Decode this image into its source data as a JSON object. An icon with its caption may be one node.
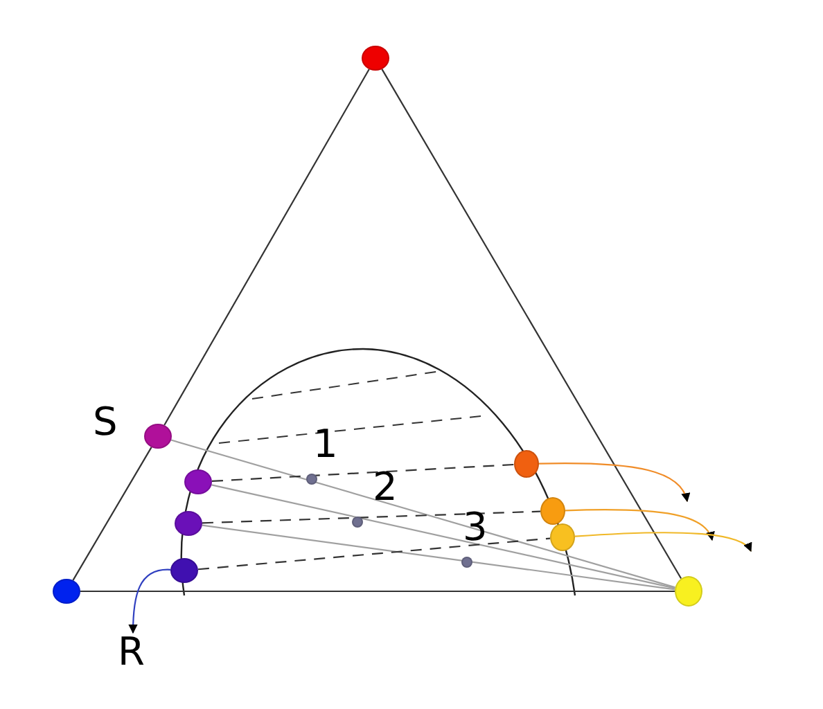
{
  "diagram": {
    "nodes": [
      {
        "text": [],
        "shape": "circle"
      },
      {
        "text": [
          "S"
        ]
      },
      {
        "text": [],
        "shape": "circle"
      },
      {
        "text": [],
        "shape": "circle"
      },
      {
        "text": [],
        "shape": "circle",
        "beside": [
          "1"
        ]
      },
      {
        "text": [],
        "shape": "circle"
      },
      {
        "text": [],
        "shape": "circle",
        "beside": [
          "2"
        ]
      },
      {
        "text": [],
        "shape": "circle"
      },
      {
        "text": [],
        "shape": "circle",
        "beside": [
          "3"
        ]
      },
      {
        "text": [],
        "shape": "circle"
      },
      {
        "text": [],
        "shape": "circle"
      },
      {
        "text": [],
        "shape": "circle"
      },
      {
        "text": [],
        "shape": "circle"
      },
      {
        "text": [
          "R"
        ]
      }
    ],
    "edges": [
      {
        "from": 0,
        "to": 1,
        "arrow": "none"
      },
      {
        "from": 1,
        "to": 11,
        "arrow": "none"
      },
      {
        "from": 11,
        "to": 12,
        "arrow": "none"
      },
      {
        "from": 0,
        "to": 12,
        "arrow": "none"
      },
      {
        "from": 1,
        "to": 12,
        "arrow": "none",
        "color": "#a0a0a0"
      },
      {
        "from": 2,
        "to": 12,
        "arrow": "none",
        "color": "#a0a0a0"
      },
      {
        "from": 5,
        "to": 12,
        "arrow": "none",
        "color": "#a0a0a0"
      },
      {
        "from": 2,
        "to": 3,
        "arrow": "none",
        "style": "dashed"
      },
      {
        "from": 5,
        "to": 7,
        "arrow": "none",
        "style": "dashed"
      },
      {
        "from": 10,
        "to": 9,
        "arrow": "none",
        "style": "dashed"
      },
      {
        "from": 3,
        "to": null,
        "arrow": "to",
        "color": "#f08c28"
      },
      {
        "from": 7,
        "to": null,
        "arrow": "to",
        "color": "#f0a028"
      },
      {
        "from": 9,
        "to": null,
        "arrow": "to",
        "color": "#f0b828"
      },
      {
        "from": 10,
        "to": 13,
        "arrow": "to",
        "color": "#3040c0"
      }
    ]
  }
}
